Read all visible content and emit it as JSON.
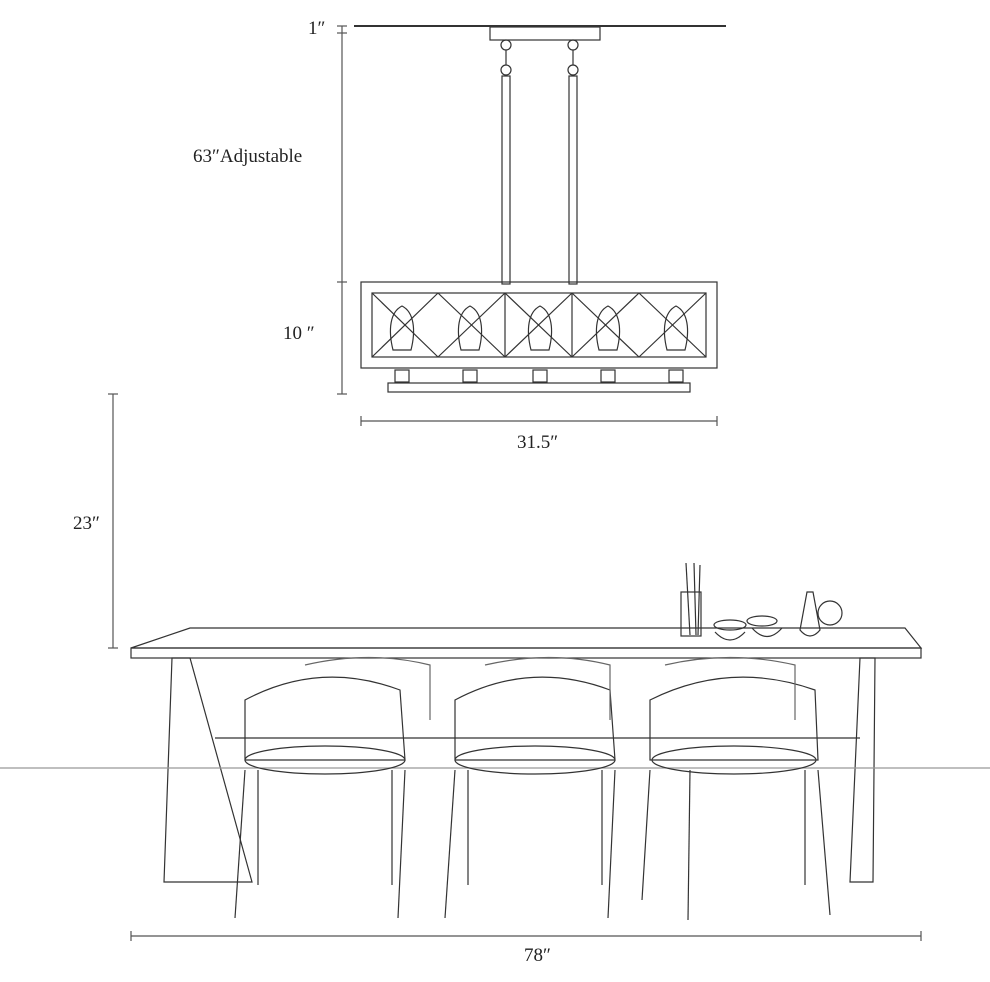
{
  "diagram": {
    "subject": "Rectangular chandelier over dining table — dimension diagram",
    "dimensions": {
      "canopy": "1″",
      "chain_length": "63″Adjustable",
      "fixture_height": "10 ″",
      "fixture_width": "31.5″",
      "clearance_above_table": "23″",
      "table_length": "78″"
    },
    "fixture": {
      "bulb_count": 5,
      "style": "cage frame with X cross-bracing, Edison bulbs"
    },
    "table": {
      "chairs_visible": 6,
      "tabletop_items": [
        "utensil cup with chopsticks",
        "lidded bowls",
        "bowls",
        "vase",
        "teapot"
      ]
    },
    "colors": {
      "line": "#333333",
      "dim_line": "#555555",
      "background": "#ffffff"
    }
  }
}
